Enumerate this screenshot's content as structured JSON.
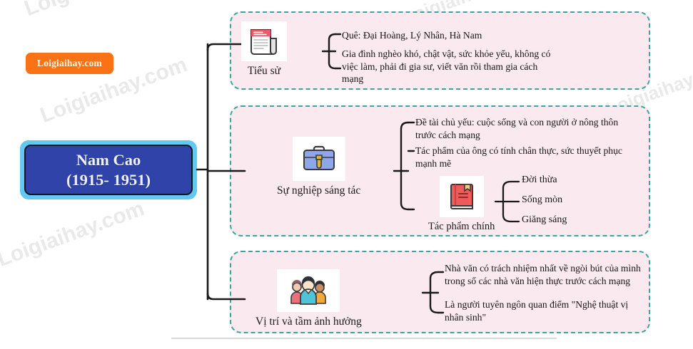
{
  "watermarks": [
    {
      "text": "Loigiaihay.com"
    },
    {
      "text": "Loigiaihay.com"
    },
    {
      "text": "Loigiaihay.com"
    },
    {
      "text": "Loigiaihay.com"
    },
    {
      "text": "Loigiaihay.com"
    },
    {
      "text": "Loigiaihay.com"
    },
    {
      "text": "Loigiaihay.com"
    }
  ],
  "logo": {
    "label": "Loigiaihay.com",
    "background": "#f97316",
    "text_color": "#fff7e8"
  },
  "root": {
    "name": "Nam Cao",
    "years": "(1915- 1951)",
    "fill": "#2f43a8",
    "outer_border": "#63c8f2",
    "text_color": "#eef0fb"
  },
  "theme": {
    "panel_fill": "#fbe9f0",
    "panel_border": "#3aa69a",
    "connector": "#1a1a1a",
    "text": "#161616"
  },
  "branches": [
    {
      "id": "bio",
      "label": "Tiểu sử",
      "icon": "newspaper-icon",
      "details": [
        "Quê: Đại Hoàng, Lý Nhân, Hà Nam",
        "Gia đình nghèo khó, chật vật, sức khỏe yếu, không có việc làm, phải đi gia sư, viết văn rồi tham gia cách mạng"
      ]
    },
    {
      "id": "career",
      "label": "Sự nghiệp sáng tác",
      "icon": "briefcase-icon",
      "details": [
        "Đề tài chủ yếu: cuộc sống và con người ở nông thôn trước cách mạng",
        "Tác phẩm của ông có tính chân thực, sức thuyết phục mạnh mẽ"
      ],
      "sub": {
        "label": "Tác phẩm chính",
        "icon": "book-icon",
        "items": [
          "Đời thừa",
          "Sống mòn",
          "Giăng sáng"
        ]
      }
    },
    {
      "id": "position",
      "label": "Vị trí và tầm ảnh hưởng",
      "icon": "people-group-icon",
      "details": [
        "Nhà văn có trách nhiệm nhất về ngòi bút của mình trong số các nhà văn hiện thực trước cách mạng",
        "Là người tuyên ngôn quan điểm \"Nghệ thuật vị nhân sinh\""
      ]
    }
  ]
}
